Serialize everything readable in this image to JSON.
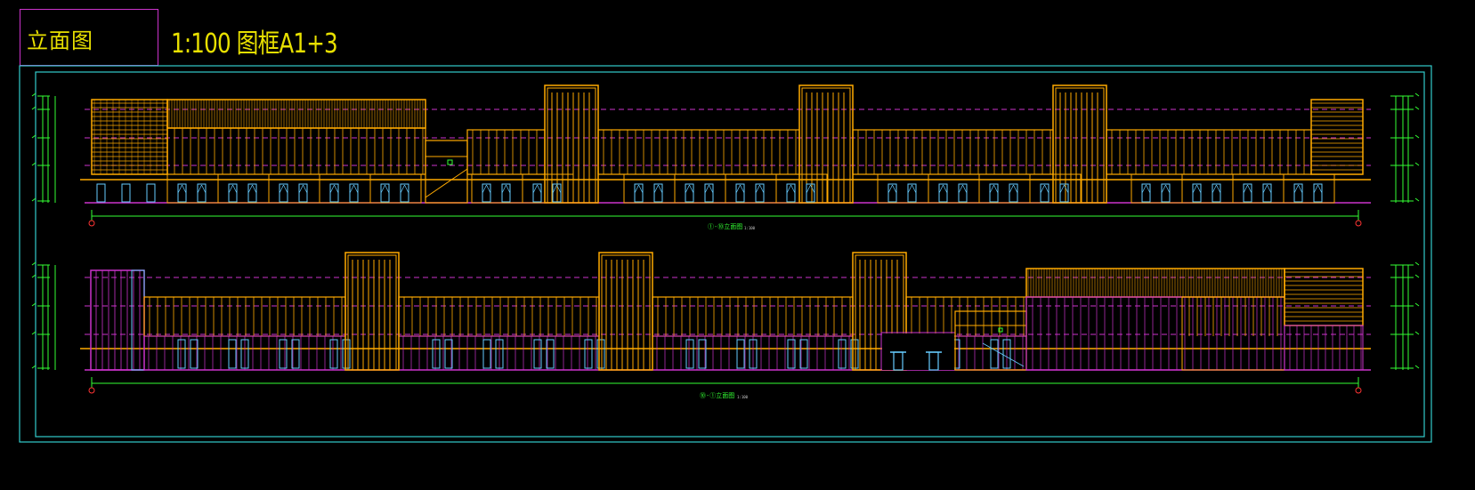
{
  "drawing": {
    "view_name": "立面图",
    "scale_frame": "1:100 图框A1+3"
  },
  "elevations": [
    {
      "caption": "①-⑩立面图",
      "scale_note": "1:100"
    },
    {
      "caption": "⑩-①立面图",
      "scale_note": "1:100"
    }
  ],
  "colors": {
    "background": "#000000",
    "frame": "#33cccc",
    "title_box": "#cc33cc",
    "text": "#e8e000",
    "facade": "#ffaa00",
    "level_line": "#cc33cc",
    "glass": "#66ccff",
    "dimension": "#33ff33",
    "axis_marker": "#ff3333"
  }
}
